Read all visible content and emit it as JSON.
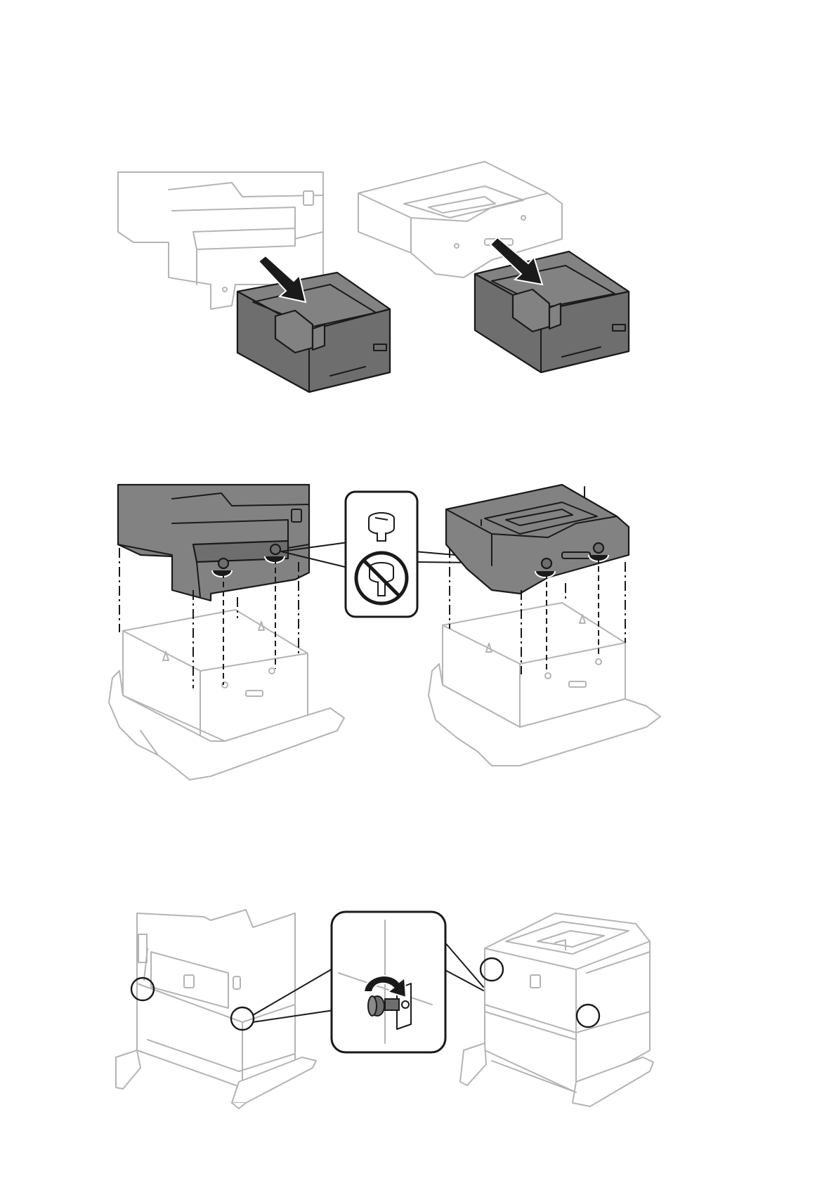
{
  "figures": [
    {
      "id": "remove-paper-cassettes",
      "items": [
        "printer-body",
        "optional-cassette-unit",
        "paper-cassette",
        "removal-arrow"
      ]
    },
    {
      "id": "mount-on-cabinet",
      "items": [
        "printer-body",
        "optional-cassette-unit",
        "cabinet",
        "screw-callout",
        "prohibited-screw-icon"
      ]
    },
    {
      "id": "lock-casters",
      "items": [
        "printer-on-cabinet",
        "cassette-on-cabinet",
        "lock-callout",
        "rotate-arrow-icon"
      ]
    }
  ],
  "colors": {
    "line": "#b4b4b4",
    "highlight_fill": "#828282",
    "ink": "#1a1a1a",
    "background": "#ffffff"
  }
}
